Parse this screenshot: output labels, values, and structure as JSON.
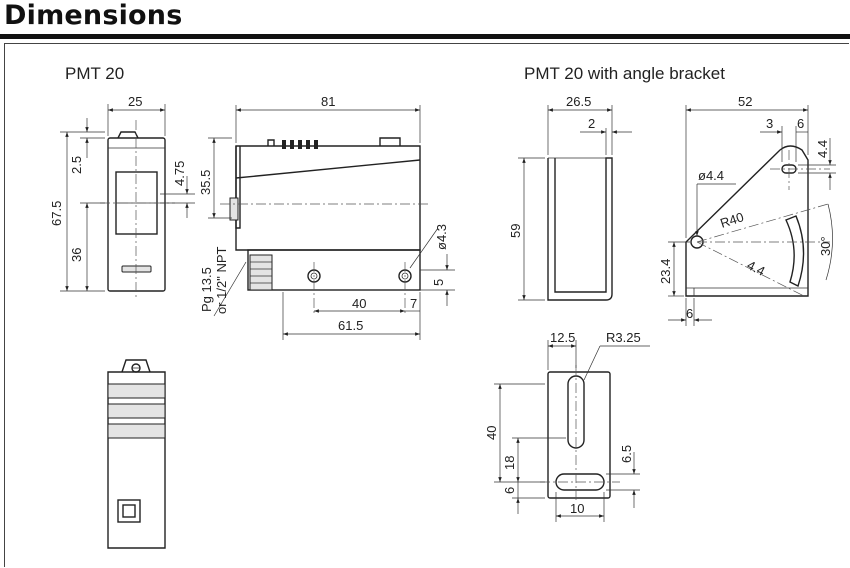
{
  "header": {
    "title": "Dimensions"
  },
  "captions": {
    "left": "PMT 20",
    "right": "PMT 20 with angle bracket"
  },
  "dimensions": {
    "front_width": "25",
    "front_top_offset": "2.5",
    "front_height": "67.5",
    "front_lower": "36",
    "front_window": "4.75",
    "side_length": "81",
    "side_height": "35.5",
    "side_hole_dia": "ø4.3",
    "side_hole_offset": "5",
    "side_hole_span": "40",
    "side_hole_edge": "7",
    "side_base_length": "61.5",
    "thread_line1": "Pg 13.5",
    "thread_line2": "or 1/2\" NPT",
    "bracket_width": "26.5",
    "bracket_thickness": "2",
    "bracket_height": "59",
    "bracket2_width": "52",
    "bracket2_d3": "3",
    "bracket2_d6": "6",
    "bracket2_d44_top": "4.4",
    "bracket2_hole": "ø4.4",
    "bracket2_radius": "R40",
    "bracket2_slot": "4.4",
    "bracket2_angle": "30°",
    "bracket2_height": "23.4",
    "bracket2_base": "6",
    "bottom_width": "12.5",
    "bottom_radius": "R3.25",
    "bottom_height": "40",
    "bottom_mid": "18",
    "bottom_base": "6",
    "bottom_slot": "6.5",
    "bottom_length": "10"
  }
}
